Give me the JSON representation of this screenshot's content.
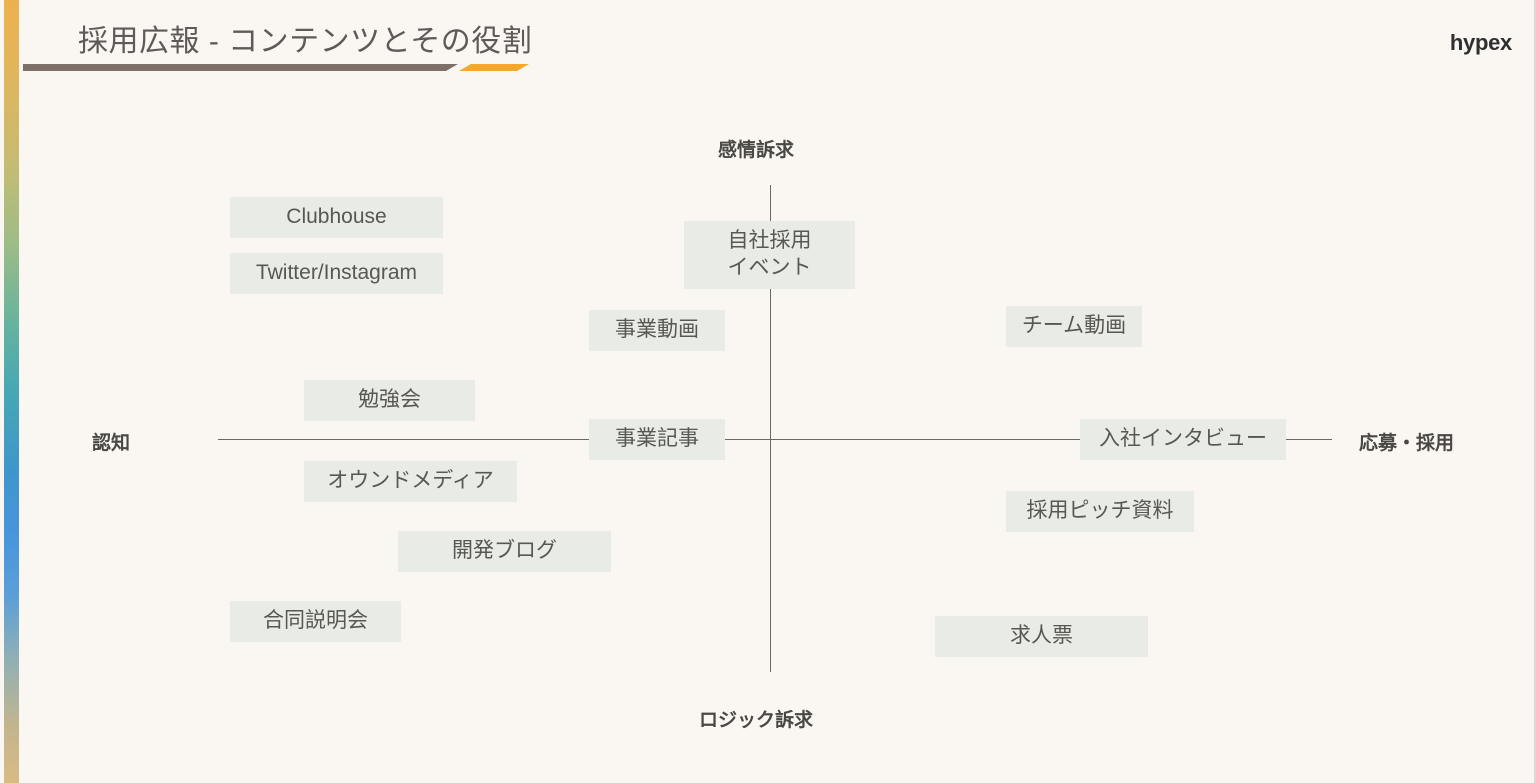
{
  "header": {
    "title": "採用広報 - コンテンツとその役割",
    "logo": "hypex"
  },
  "matrix": {
    "axis_labels": {
      "top": "感情訴求",
      "bottom": "ロジック訴求",
      "left": "認知",
      "right": "応募・採用"
    },
    "items": [
      {
        "label": "Clubhouse"
      },
      {
        "label": "Twitter/Instagram"
      },
      {
        "label": "自社採用\nイベント"
      },
      {
        "label": "事業動画"
      },
      {
        "label": "チーム動画"
      },
      {
        "label": "勉強会"
      },
      {
        "label": "事業記事"
      },
      {
        "label": "入社インタビュー"
      },
      {
        "label": "オウンドメディア"
      },
      {
        "label": "採用ピッチ資料"
      },
      {
        "label": "開発ブログ"
      },
      {
        "label": "求人票"
      },
      {
        "label": "合同説明会"
      }
    ]
  },
  "colors": {
    "background": "#faf7f2",
    "chip_background": "#e9ebe6",
    "chip_text": "#575753",
    "axis_line": "#6b6862",
    "title_text": "#5d5a57",
    "rule_gray": "#7d7068",
    "rule_orange": "#f5a728",
    "accent_top": "#ecb14f",
    "accent_mid": "#46a8b5",
    "accent_blue": "#4795dd",
    "accent_bottom": "#d8bb84"
  }
}
